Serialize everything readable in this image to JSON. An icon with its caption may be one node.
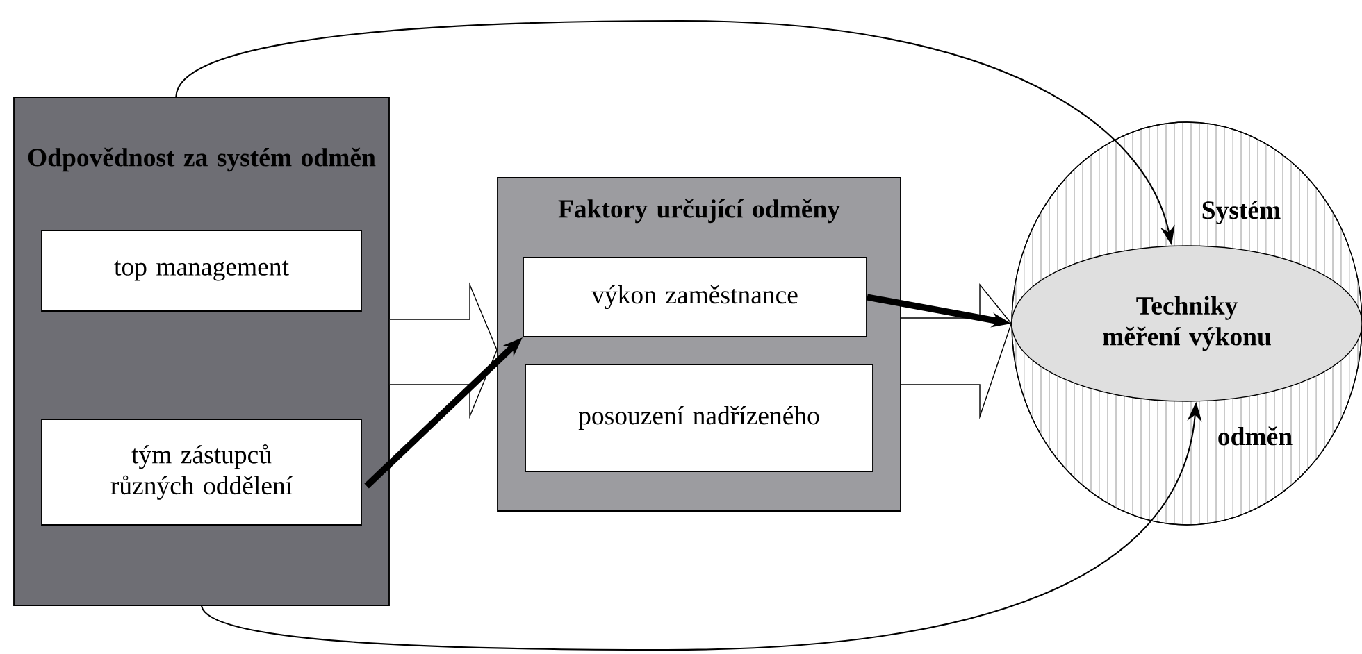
{
  "diagram": {
    "nodes": [
      {
        "text": [
          "Odpovědnost za systém odměn"
        ]
      },
      {
        "text": [
          "top management"
        ],
        "in": 0
      },
      {
        "text": [
          "tým zástupců různých oddělení"
        ],
        "in": 0
      },
      {
        "text": [
          "Faktory určující odměny"
        ]
      },
      {
        "text": [
          "výkon zaměstnance"
        ],
        "in": 3
      },
      {
        "text": [
          "posouzení nadřízeného"
        ],
        "in": 3
      },
      {
        "text": [
          "Systém",
          "odměn"
        ]
      },
      {
        "text": [
          "Techniky měření výkonu"
        ],
        "in": 6
      }
    ],
    "edges": [
      {
        "from": 0,
        "to": 3,
        "arrow": "to"
      },
      {
        "from": 3,
        "to": 6,
        "arrow": "to"
      },
      {
        "from": 2,
        "to": 4,
        "arrow": "to",
        "style": "thick"
      },
      {
        "from": 4,
        "to": 7,
        "arrow": "to",
        "style": "thick"
      },
      {
        "from": 0,
        "to": 7,
        "arrow": "to"
      },
      {
        "from": 0,
        "to": 7,
        "arrow": "to"
      }
    ]
  }
}
